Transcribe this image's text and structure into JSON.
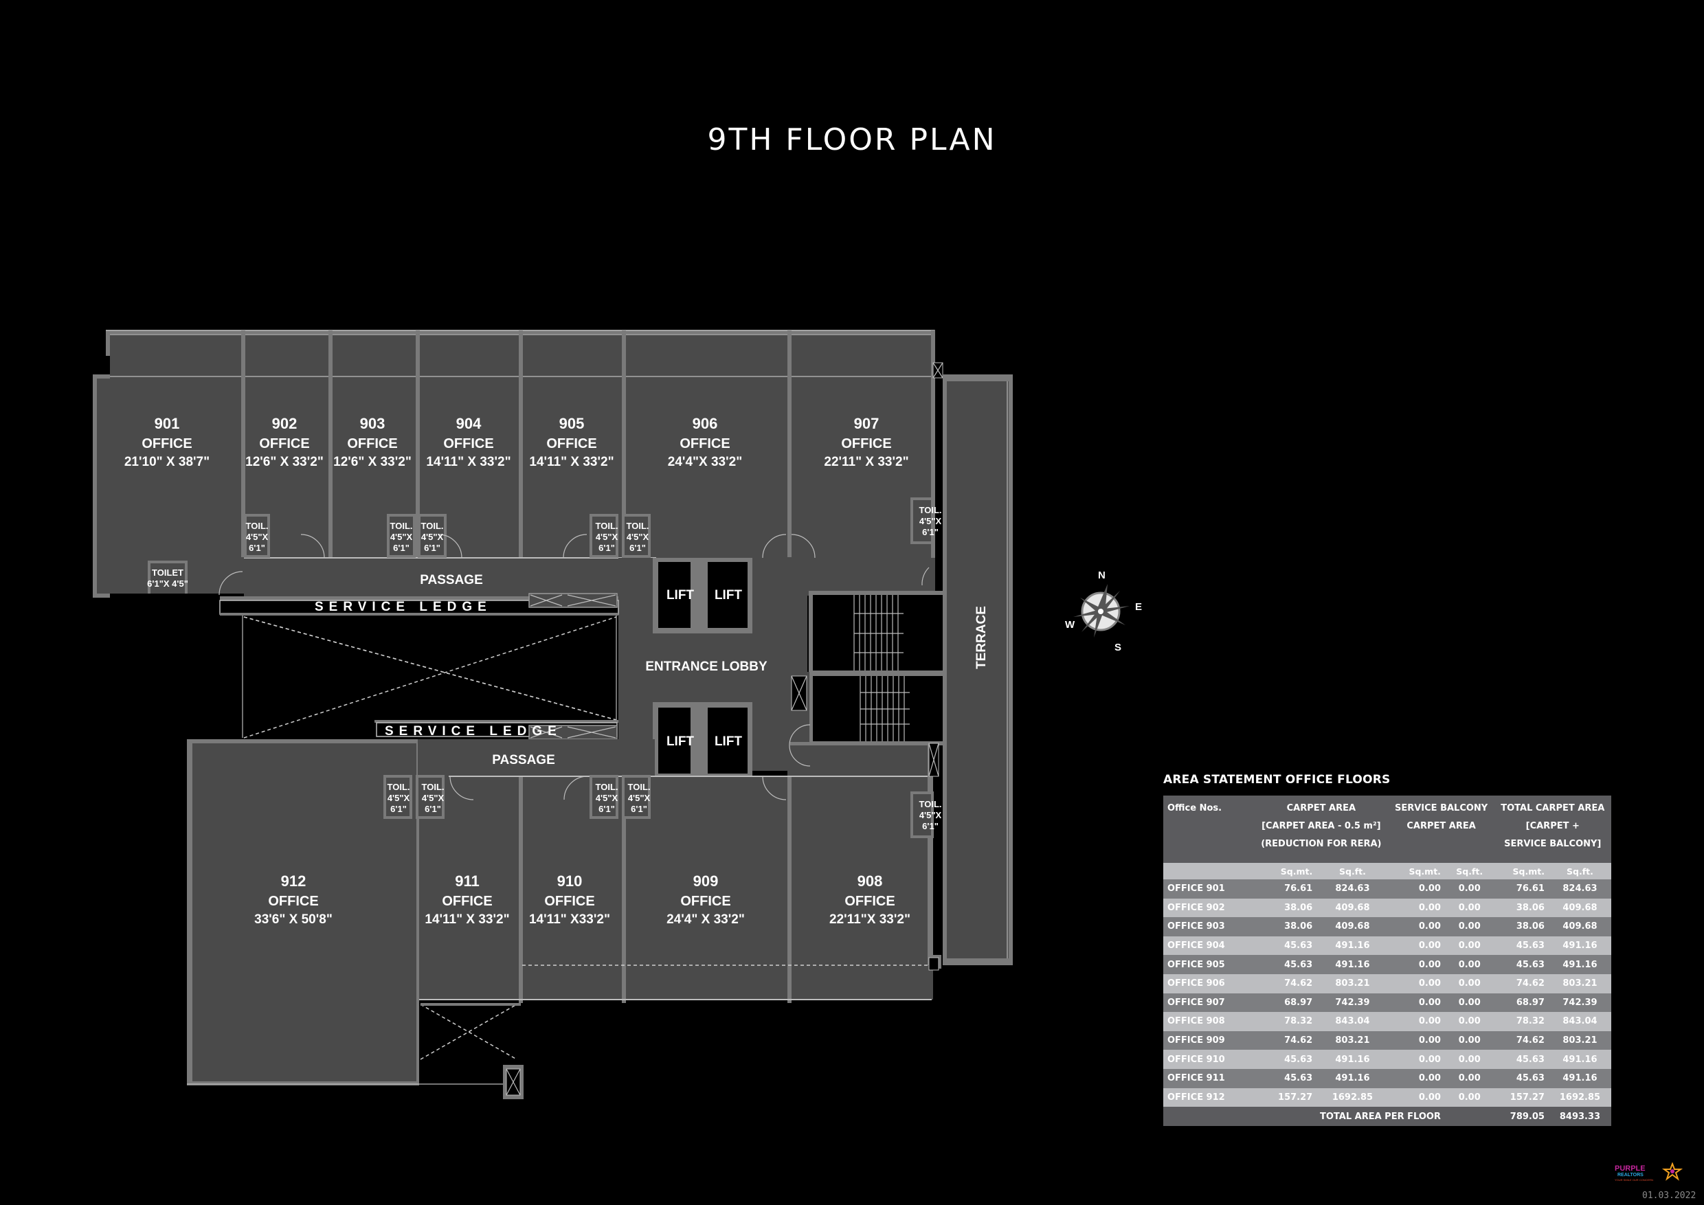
{
  "title": "9TH FLOOR PLAN",
  "plan": {
    "offices": [
      {
        "num": "901",
        "label": "OFFICE",
        "dim": "21'10\" X 38'7\""
      },
      {
        "num": "902",
        "label": "OFFICE",
        "dim": "12'6\" X 33'2\""
      },
      {
        "num": "903",
        "label": "OFFICE",
        "dim": "12'6\" X 33'2\""
      },
      {
        "num": "904",
        "label": "OFFICE",
        "dim": "14'11\" X 33'2\""
      },
      {
        "num": "905",
        "label": "OFFICE",
        "dim": "14'11\" X 33'2\""
      },
      {
        "num": "906",
        "label": "OFFICE",
        "dim": "24'4\"X 33'2\""
      },
      {
        "num": "907",
        "label": "OFFICE",
        "dim": "22'11\" X 33'2\""
      },
      {
        "num": "908",
        "label": "OFFICE",
        "dim": "22'11\"X 33'2\""
      },
      {
        "num": "909",
        "label": "OFFICE",
        "dim": "24'4\" X 33'2\""
      },
      {
        "num": "910",
        "label": "OFFICE",
        "dim": "14'11\" X33'2\""
      },
      {
        "num": "911",
        "label": "OFFICE",
        "dim": "14'11\" X 33'2\""
      },
      {
        "num": "912",
        "label": "OFFICE",
        "dim": "33'6\" X 50'8\""
      }
    ],
    "toilet_small": {
      "line1": "TOIL.",
      "line2": "4'5\"X",
      "line3": "6'1\""
    },
    "toilet_901": {
      "line1": "TOILET",
      "line2": "6'1\"X 4'5\""
    },
    "passage": "PASSAGE",
    "service_ledge": "SERVICE LEDGE",
    "lift": "LIFT",
    "entrance_lobby": "ENTRANCE LOBBY",
    "terrace": "TERRACE"
  },
  "compass": {
    "n": "N",
    "e": "E",
    "s": "S",
    "w": "W"
  },
  "area_statement": {
    "title": "AREA STATEMENT OFFICE FLOORS",
    "headers": {
      "office": "Office Nos.",
      "carpet": [
        "CARPET AREA",
        "[CARPET AREA - 0.5 m²]",
        "(REDUCTION FOR RERA)"
      ],
      "balcony": [
        "SERVICE BALCONY",
        "CARPET AREA"
      ],
      "total": [
        "TOTAL CARPET AREA",
        "[CARPET +",
        "SERVICE BALCONY]"
      ]
    },
    "units": {
      "sqmt": "Sq.mt.",
      "sqft": "Sq.ft."
    },
    "rows": [
      {
        "office": "OFFICE 901",
        "carpet_sqmt": "76.61",
        "carpet_sqft": "824.63",
        "balcony_sqmt": "0.00",
        "balcony_sqft": "0.00",
        "total_sqmt": "76.61",
        "total_sqft": "824.63"
      },
      {
        "office": "OFFICE 902",
        "carpet_sqmt": "38.06",
        "carpet_sqft": "409.68",
        "balcony_sqmt": "0.00",
        "balcony_sqft": "0.00",
        "total_sqmt": "38.06",
        "total_sqft": "409.68"
      },
      {
        "office": "OFFICE 903",
        "carpet_sqmt": "38.06",
        "carpet_sqft": "409.68",
        "balcony_sqmt": "0.00",
        "balcony_sqft": "0.00",
        "total_sqmt": "38.06",
        "total_sqft": "409.68"
      },
      {
        "office": "OFFICE 904",
        "carpet_sqmt": "45.63",
        "carpet_sqft": "491.16",
        "balcony_sqmt": "0.00",
        "balcony_sqft": "0.00",
        "total_sqmt": "45.63",
        "total_sqft": "491.16"
      },
      {
        "office": "OFFICE 905",
        "carpet_sqmt": "45.63",
        "carpet_sqft": "491.16",
        "balcony_sqmt": "0.00",
        "balcony_sqft": "0.00",
        "total_sqmt": "45.63",
        "total_sqft": "491.16"
      },
      {
        "office": "OFFICE 906",
        "carpet_sqmt": "74.62",
        "carpet_sqft": "803.21",
        "balcony_sqmt": "0.00",
        "balcony_sqft": "0.00",
        "total_sqmt": "74.62",
        "total_sqft": "803.21"
      },
      {
        "office": "OFFICE 907",
        "carpet_sqmt": "68.97",
        "carpet_sqft": "742.39",
        "balcony_sqmt": "0.00",
        "balcony_sqft": "0.00",
        "total_sqmt": "68.97",
        "total_sqft": "742.39"
      },
      {
        "office": "OFFICE 908",
        "carpet_sqmt": "78.32",
        "carpet_sqft": "843.04",
        "balcony_sqmt": "0.00",
        "balcony_sqft": "0.00",
        "total_sqmt": "78.32",
        "total_sqft": "843.04"
      },
      {
        "office": "OFFICE 909",
        "carpet_sqmt": "74.62",
        "carpet_sqft": "803.21",
        "balcony_sqmt": "0.00",
        "balcony_sqft": "0.00",
        "total_sqmt": "74.62",
        "total_sqft": "803.21"
      },
      {
        "office": "OFFICE 910",
        "carpet_sqmt": "45.63",
        "carpet_sqft": "491.16",
        "balcony_sqmt": "0.00",
        "balcony_sqft": "0.00",
        "total_sqmt": "45.63",
        "total_sqft": "491.16"
      },
      {
        "office": "OFFICE 911",
        "carpet_sqmt": "45.63",
        "carpet_sqft": "491.16",
        "balcony_sqmt": "0.00",
        "balcony_sqft": "0.00",
        "total_sqmt": "45.63",
        "total_sqft": "491.16"
      },
      {
        "office": "OFFICE 912",
        "carpet_sqmt": "157.27",
        "carpet_sqft": "1692.85",
        "balcony_sqmt": "0.00",
        "balcony_sqft": "0.00",
        "total_sqmt": "157.27",
        "total_sqft": "1692.85"
      }
    ],
    "total": {
      "label": "TOTAL AREA PER FLOOR",
      "sqmt": "789.05",
      "sqft": "8493.33"
    }
  },
  "branding": {
    "logo_line1": "PURPLE",
    "logo_line2": "REALTORS",
    "tagline": "YOUR SMILE OUR CONCERN",
    "date": "01.03.2022"
  },
  "colors": {
    "background": "#000000",
    "floor": "#4a4a4a",
    "wall": "#7a7a7a",
    "header": "#5b5b5e",
    "row_dark": "#7d7e81",
    "row_light": "#bcbdc0",
    "logo_purple": "#c2259a",
    "logo_blue": "#2aa7e0"
  }
}
